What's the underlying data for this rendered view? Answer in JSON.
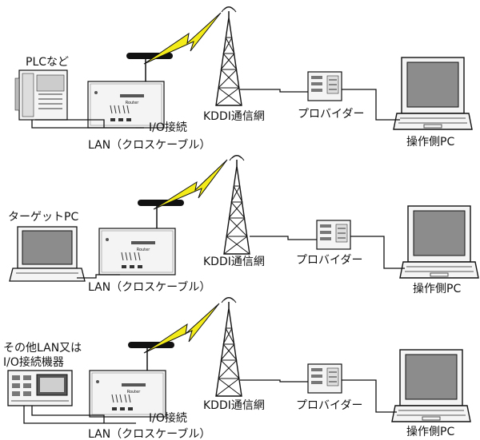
{
  "rows": [
    {
      "source_label": "PLCなど",
      "source_label_2": "",
      "io_label": "I/O接続",
      "lan_label": "LAN（クロスケーブル）",
      "network_label": "KDDI通信網",
      "provider_label": "プロバイダー",
      "operator_label": "操作側PC"
    },
    {
      "source_label": "ターゲットPC",
      "source_label_2": "",
      "io_label": "",
      "lan_label": "LAN（クロスケーブル）",
      "network_label": "KDDI通信網",
      "provider_label": "プロバイダー",
      "operator_label": "操作側PC"
    },
    {
      "source_label": "その他LAN又は",
      "source_label_2": "I/O接続機器",
      "io_label": "I/O接続",
      "lan_label": "LAN（クロスケーブル）",
      "network_label": "KDDI通信網",
      "provider_label": "プロバイダー",
      "operator_label": "操作側PC"
    }
  ],
  "colors": {
    "lightning": "#f3ec1a",
    "line": "#111111",
    "device_fill": "#f4f4f4",
    "screen": "#8c8c8c"
  }
}
